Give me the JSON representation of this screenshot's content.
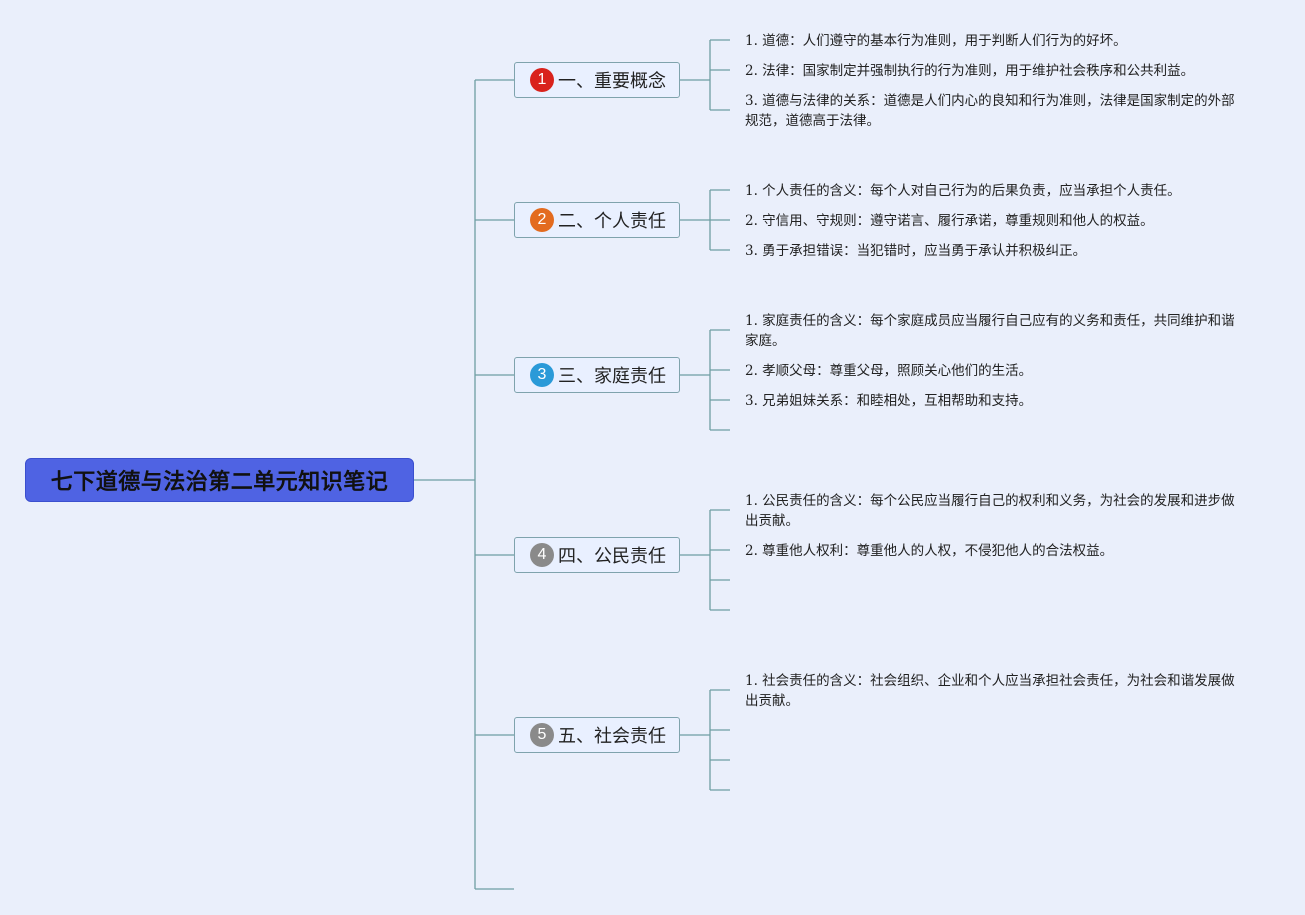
{
  "root": {
    "title": "七下道德与法治第二单元知识笔记"
  },
  "colors": {
    "background": "#eaeffb",
    "root_fill": "#4f63e3",
    "line": "#6e9ea2",
    "badge_1": "#d9221c",
    "badge_2": "#e36b1f",
    "badge_3": "#2a9ad8",
    "badge_4": "#8a8a8a",
    "badge_5": "#8a8a8a"
  },
  "branches": [
    {
      "badge": "1",
      "label": "一、重要概念",
      "badge_color": "#d9221c",
      "leaves": [
        "1. 道德：人们遵守的基本行为准则，用于判断人们行为的好坏。",
        "2. 法律：国家制定并强制执行的行为准则，用于维护社会秩序和公共利益。",
        "3. 道德与法律的关系：道德是人们内心的良知和行为准则，法律是国家制定的外部规范，道德高于法律。"
      ]
    },
    {
      "badge": "2",
      "label": "二、个人责任",
      "badge_color": "#e36b1f",
      "leaves": [
        "1. 个人责任的含义：每个人对自己行为的后果负责，应当承担个人责任。",
        "2. 守信用、守规则：遵守诺言、履行承诺，尊重规则和他人的权益。",
        "3. 勇于承担错误：当犯错时，应当勇于承认并积极纠正。"
      ]
    },
    {
      "badge": "3",
      "label": "三、家庭责任",
      "badge_color": "#2a9ad8",
      "leaves": [
        "1. 家庭责任的含义：每个家庭成员应当履行自己应有的义务和责任，共同维护和谐家庭。",
        "2. 孝顺父母：尊重父母，照顾关心他们的生活。",
        "3. 兄弟姐妹关系：和睦相处，互相帮助和支持。"
      ]
    },
    {
      "badge": "4",
      "label": "四、公民责任",
      "badge_color": "#8a8a8a",
      "leaves": [
        "1. 公民责任的含义：每个公民应当履行自己的权利和义务，为社会的发展和进步做出贡献。",
        "2. 尊重他人权利：尊重他人的人权，不侵犯他人的合法权益。"
      ]
    },
    {
      "badge": "5",
      "label": "五、社会责任",
      "badge_color": "#8a8a8a",
      "leaves": [
        "1. 社会责任的含义：社会组织、企业和个人应当承担社会责任，为社会和谐发展做出贡献。"
      ]
    }
  ]
}
